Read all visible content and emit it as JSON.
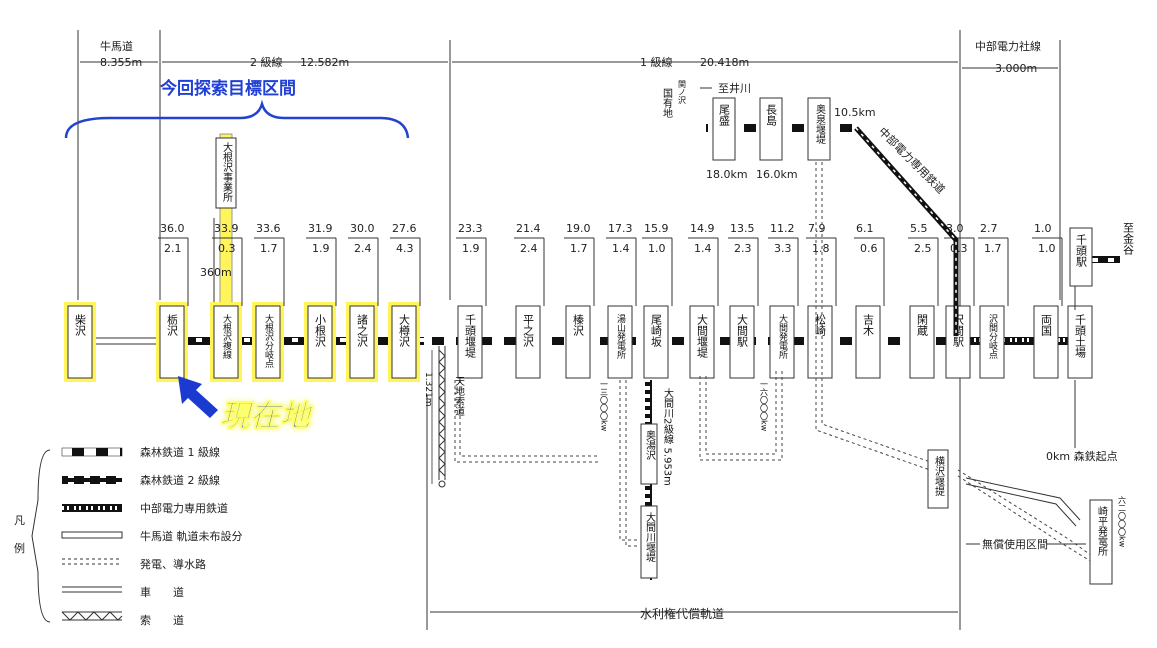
{
  "header": {
    "section_cattle": "牛馬道",
    "len_cattle": "8.355m",
    "section_2nd": "2 級線",
    "len_2nd": "12.582m",
    "section_1st": "1 級線",
    "len_1st": "20.418m",
    "section_chubu": "中部電力社線",
    "len_chubu": "3.000m"
  },
  "highlight": {
    "target_label": "今回探索目標区間",
    "current_label": "現在地",
    "colors": {
      "target_text": "#1f3fd6",
      "brace": "#2244cc",
      "station_fill": "#fff45a",
      "current_text": "#1a3ad0",
      "current_glow": "#ffff88"
    }
  },
  "stations": [
    {
      "name": "柴沢",
      "km": "",
      "dist": ""
    },
    {
      "name": "栃沢",
      "km": "36.0",
      "dist": "2.1"
    },
    {
      "name": "大根沢複線",
      "km": "33.9",
      "dist": "0.3"
    },
    {
      "name": "大根沢分岐点",
      "km": "33.6",
      "dist": "1.7"
    },
    {
      "name": "小根沢",
      "km": "31.9",
      "dist": "1.9"
    },
    {
      "name": "諸之沢",
      "km": "30.0",
      "dist": "2.4"
    },
    {
      "name": "大樽沢",
      "km": "27.6",
      "dist": "4.3"
    },
    {
      "name": "千頭堰堤",
      "km": "23.3",
      "dist": "1.9"
    },
    {
      "name": "平之沢",
      "km": "21.4",
      "dist": "2.4"
    },
    {
      "name": "榛沢",
      "km": "19.0",
      "dist": "1.7"
    },
    {
      "name": "湯山発電所",
      "km": "17.3",
      "dist": "1.4"
    },
    {
      "name": "尾崎坂",
      "km": "15.9",
      "dist": "1.0"
    },
    {
      "name": "大間堰堤",
      "km": "14.9",
      "dist": "1.4"
    },
    {
      "name": "大間駅",
      "km": "13.5",
      "dist": "2.3"
    },
    {
      "name": "大間発電所",
      "km": "11.2",
      "dist": "3.3"
    },
    {
      "name": "松崎",
      "km": "7.9",
      "dist": "1.8"
    },
    {
      "name": "吉木",
      "km": "6.1",
      "dist": "0.6"
    },
    {
      "name": "閑蔵",
      "km": "5.5",
      "dist": "2.5"
    },
    {
      "name": "沢間駅",
      "km": "3.0",
      "dist": "0.3"
    },
    {
      "name": "沢間分岐点",
      "km": "2.7",
      "dist": "1.7"
    },
    {
      "name": "両国",
      "km": "1.0",
      "dist": "1.0"
    },
    {
      "name": "千頭土場",
      "km": "",
      "dist": ""
    }
  ],
  "branches": {
    "office": "大根沢事業所",
    "office_dist": "360m",
    "osawa": "尾盛",
    "nagashima": "長島",
    "okuizumi": "奥泉堰堤",
    "dist_osawa": "18.0km",
    "dist_nagashima": "16.0km",
    "dist_okuizumi": "10.5km",
    "kokuyuchi": "国有地",
    "sekizawa": "関ノ沢",
    "to_igawa": "至井川",
    "chubu_line": "中部電力専用鉄道",
    "okuyuzawa": "奥湯沢",
    "omakawa_dam": "大間川堰堤",
    "omakawa_line": "大間川2級線 5.953m",
    "yokosawa": "横沢堰提",
    "sakihira": "崎平発電所",
    "sakihira_kw": "六二〇〇〇kw",
    "senzu_station": "千頭駅",
    "to_kanaya": "至金谷",
    "tenchi": "天地索道",
    "tenchi_len": "1.321m",
    "origin": "0km 森鉄起点",
    "free_section": "無償使用区間",
    "yuyama_kw": "一三〇〇〇kw",
    "oma_kw": "一六〇〇〇kw",
    "compensation": "水利権代償軌道"
  },
  "legend": {
    "title": "凡例",
    "items": [
      "森林鉄道 1 級線",
      "森林鉄道 2 級線",
      "中部電力専用鉄道",
      "牛馬道 軌道未布設分",
      "発電、導水路",
      "車　　道",
      "索　　道"
    ]
  }
}
